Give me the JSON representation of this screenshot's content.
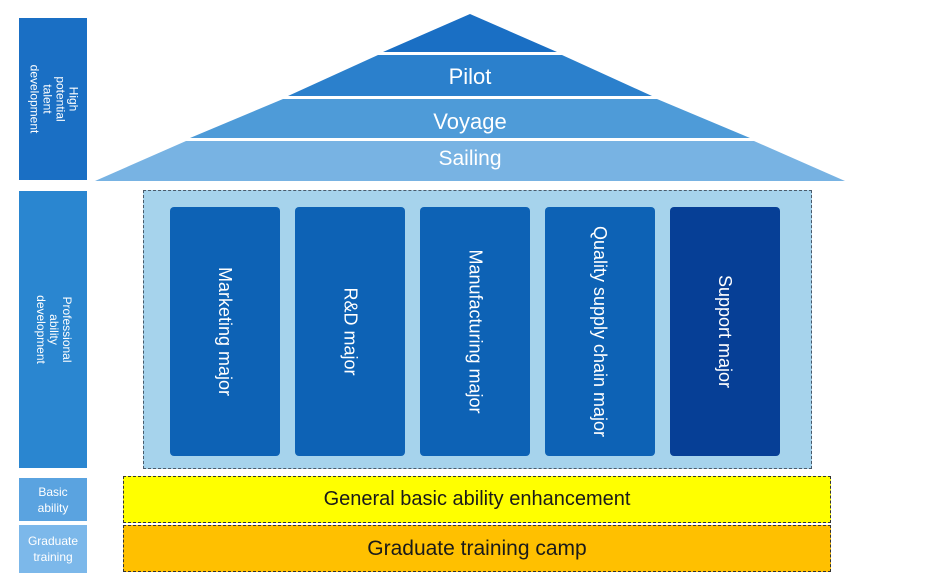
{
  "side_labels": {
    "high_potential": "High potential talent\ndevelopment",
    "professional": "Professional ability\ndevelopment",
    "basic": "Basic\nability",
    "graduate": "Graduate\ntraining"
  },
  "roof": {
    "tiers": [
      "Pilot",
      "Voyage",
      "Sailing"
    ]
  },
  "majors": [
    "Marketing major",
    "R&D major",
    "Manufacturing major",
    "Quality supply chain major",
    "Support major"
  ],
  "foundation": {
    "general": "General basic ability enhancement",
    "graduate_camp": "Graduate training camp"
  },
  "colors": {
    "roof_top": "#1a6fc4",
    "roof_pilot": "#2b80cc",
    "roof_voyage": "#4e9bd8",
    "roof_sailing": "#78b3e3",
    "major": "#0d62b5",
    "major_support": "#063f96",
    "majors_background": "#a6d3ec",
    "general_band": "#ffff00",
    "graduate_band": "#ffc000"
  }
}
